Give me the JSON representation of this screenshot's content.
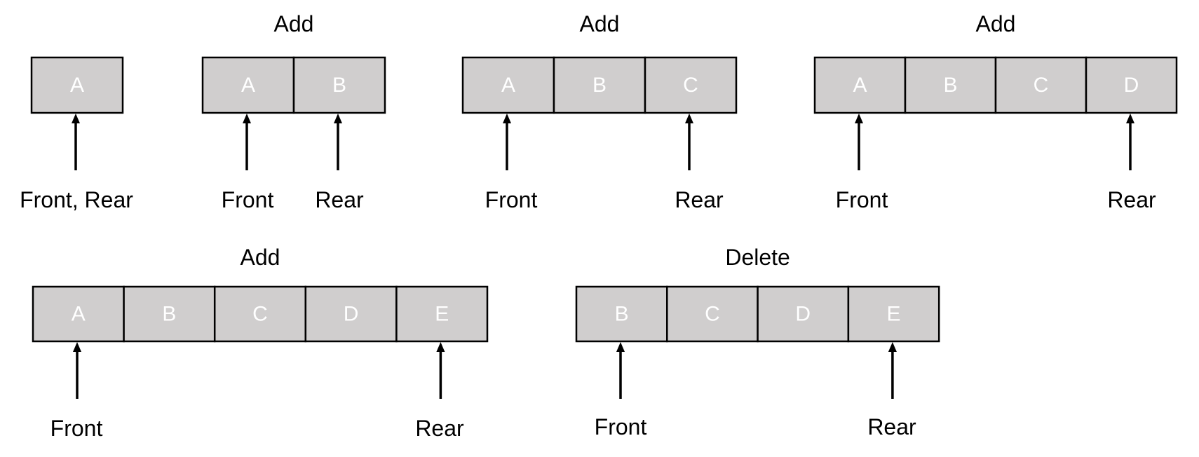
{
  "stages": [
    {
      "operation": "",
      "cells": [
        "A"
      ],
      "pointers": [
        {
          "label": "Front, Rear",
          "cell": 0
        }
      ]
    },
    {
      "operation": "Add",
      "cells": [
        "A",
        "B"
      ],
      "pointers": [
        {
          "label": "Front",
          "cell": 0
        },
        {
          "label": "Rear",
          "cell": 1
        }
      ]
    },
    {
      "operation": "Add",
      "cells": [
        "A",
        "B",
        "C"
      ],
      "pointers": [
        {
          "label": "Front",
          "cell": 0
        },
        {
          "label": "Rear",
          "cell": 2
        }
      ]
    },
    {
      "operation": "Add",
      "cells": [
        "A",
        "B",
        "C",
        "D"
      ],
      "pointers": [
        {
          "label": "Front",
          "cell": 0
        },
        {
          "label": "Rear",
          "cell": 3
        }
      ]
    },
    {
      "operation": "Add",
      "cells": [
        "A",
        "B",
        "C",
        "D",
        "E"
      ],
      "pointers": [
        {
          "label": "Front",
          "cell": 0
        },
        {
          "label": "Rear",
          "cell": 4
        }
      ]
    },
    {
      "operation": "Delete",
      "cells": [
        "B",
        "C",
        "D",
        "E"
      ],
      "pointers": [
        {
          "label": "Front",
          "cell": 0
        },
        {
          "label": "Rear",
          "cell": 3
        }
      ]
    }
  ],
  "colors": {
    "cell_fill": "#d0cece",
    "cell_text": "#ffffff",
    "line": "#000000"
  }
}
